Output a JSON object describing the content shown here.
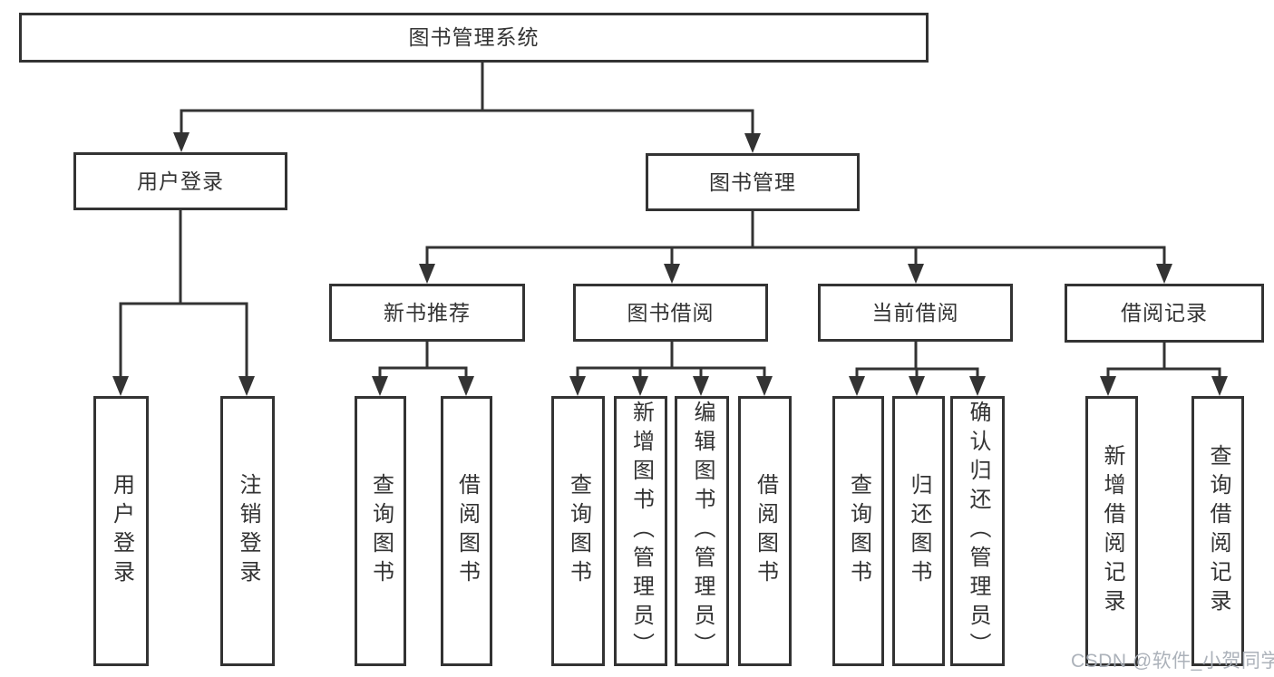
{
  "diagram": {
    "root": "图书管理系统",
    "children": [
      {
        "label": "用户登录",
        "children": [
          "用户登录",
          "注销登录"
        ]
      },
      {
        "label": "图书管理",
        "children": [
          {
            "label": "新书推荐",
            "children": [
              "查询图书",
              "借阅图书"
            ]
          },
          {
            "label": "图书借阅",
            "children": [
              "查询图书",
              "新增图书（管理员）",
              "编辑图书（管理员）",
              "借阅图书"
            ]
          },
          {
            "label": "当前借阅",
            "children": [
              "查询图书",
              "归还图书",
              "确认归还（管理员）"
            ]
          },
          {
            "label": "借阅记录",
            "children": [
              "新增借阅记录",
              "查询借阅记录"
            ]
          }
        ]
      }
    ]
  },
  "watermark": {
    "text": "CSDN @软件_小贺同学"
  },
  "colors": {
    "line": "#333333",
    "box_border": "#333333",
    "text": "#333333",
    "watermark_text": "#a8aeb6",
    "background": "#ffffff"
  }
}
